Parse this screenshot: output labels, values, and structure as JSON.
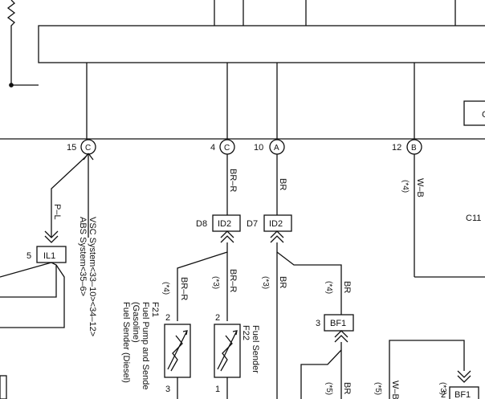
{
  "pins": {
    "p15": {
      "num": "15",
      "letter": "C"
    },
    "p4": {
      "num": "4",
      "letter": "C"
    },
    "p10": {
      "num": "10",
      "letter": "A"
    },
    "p12": {
      "num": "12",
      "letter": "B"
    }
  },
  "connectors": {
    "il1": {
      "pin": "5",
      "name": "IL1"
    },
    "d8": {
      "ref": "D8",
      "name": "ID2"
    },
    "d7": {
      "ref": "D7",
      "name": "ID2"
    },
    "bf1a": {
      "pin": "3",
      "name": "BF1"
    },
    "bf1b": {
      "pin": "2",
      "name": "BF1"
    }
  },
  "wires": {
    "pl": "P–L",
    "brr1": "BR–R",
    "br1": "BR",
    "wb1": "W–B",
    "brr2": "BR–R",
    "brr3": "BR–R",
    "br2": "BR",
    "br3": "BR",
    "br4": "BR",
    "wb2": "W–B"
  },
  "notes": {
    "n4a": "(*4)",
    "n4b": "(*4)",
    "n3a": "(*3)",
    "n3b": "(*3)",
    "n4c": "(*4)",
    "n5a": "(*5)",
    "n5b": "(*5)",
    "n3c": "(*3)"
  },
  "vsc": {
    "line1": "VSC System<33–10><34–12>",
    "line2": "ABS System<35–6>"
  },
  "f21": {
    "code": "F21",
    "line1": "Fuel Pump and Sende",
    "line2": "(Gasoline)",
    "line3": "Fuel Sender (Diesel)",
    "pin_top": "2",
    "pin_bottom": "3"
  },
  "f22": {
    "code": "F22",
    "line1": "Fuel Sender",
    "pin_top": "2",
    "pin_bottom": "1"
  },
  "c11": {
    "label": "C11",
    "box_text": "C"
  }
}
